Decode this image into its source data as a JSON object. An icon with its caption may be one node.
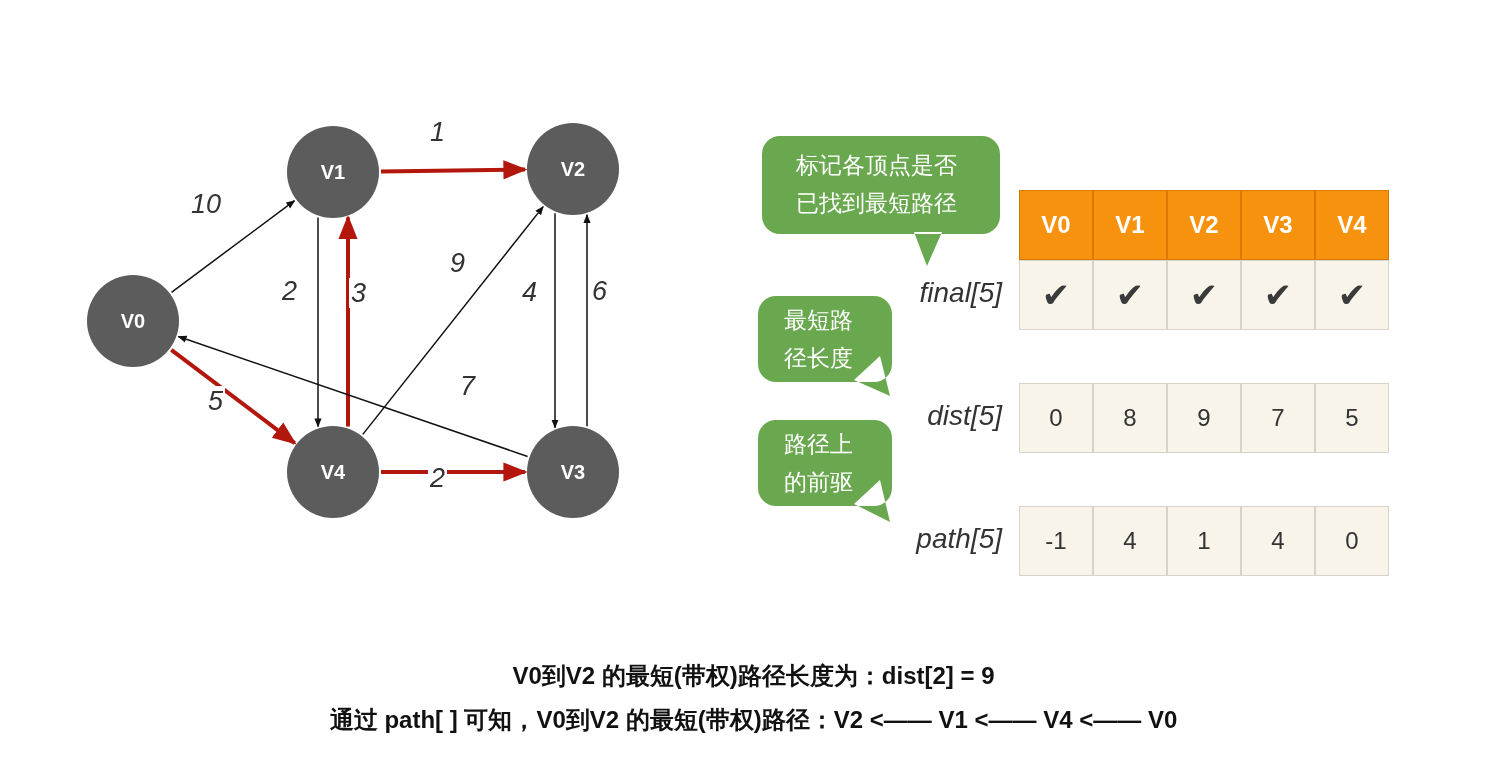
{
  "diagram": {
    "nodes": [
      {
        "text": [
          "V0"
        ]
      },
      {
        "text": [
          "V1"
        ]
      },
      {
        "text": [
          "V2"
        ]
      },
      {
        "text": [
          "V3"
        ]
      },
      {
        "text": [
          "V4"
        ]
      },
      {
        "text": [
          "标记各顶点是否已找到最短路径"
        ]
      },
      {
        "text": [
          "最短路径长度"
        ]
      },
      {
        "text": [
          "路径上的前驱"
        ]
      }
    ],
    "edges": [
      {
        "from": 0,
        "to": 1,
        "arrow": "to",
        "label": "10"
      },
      {
        "from": 1,
        "to": 2,
        "arrow": "to",
        "label": "1",
        "style": "thick",
        "color": "#b3160c"
      },
      {
        "from": 1,
        "to": 4,
        "arrow": "to",
        "label": "2"
      },
      {
        "from": 4,
        "to": 1,
        "arrow": "to",
        "label": "3",
        "style": "thick",
        "color": "#b3160c"
      },
      {
        "from": 4,
        "to": 2,
        "arrow": "to",
        "label": "9"
      },
      {
        "from": 2,
        "to": 3,
        "arrow": "to",
        "label": "4"
      },
      {
        "from": 3,
        "to": 2,
        "arrow": "to",
        "label": "6"
      },
      {
        "from": 3,
        "to": 0,
        "arrow": "to",
        "label": "7"
      },
      {
        "from": 0,
        "to": 4,
        "arrow": "to",
        "label": "5",
        "style": "thick",
        "color": "#b3160c"
      },
      {
        "from": 4,
        "to": 3,
        "arrow": "to",
        "label": "2",
        "style": "thick",
        "color": "#b3160c"
      }
    ],
    "labels": [
      "V0",
      "V1",
      "V2",
      "V3",
      "V4",
      "final[5]",
      "✔",
      "✔",
      "✔",
      "✔",
      "✔",
      "dist[5]",
      "0",
      "8",
      "9",
      "7",
      "5",
      "path[5]",
      "-1",
      "4",
      "1",
      "4",
      "0",
      "V0到V2 的最短(带权)路径长度为：dist[2] = 9",
      "通过 path[ ] 可知，V0到V2 的最短(带权)路径：V2 <—— V1 <—— V4 <—— V0"
    ]
  }
}
